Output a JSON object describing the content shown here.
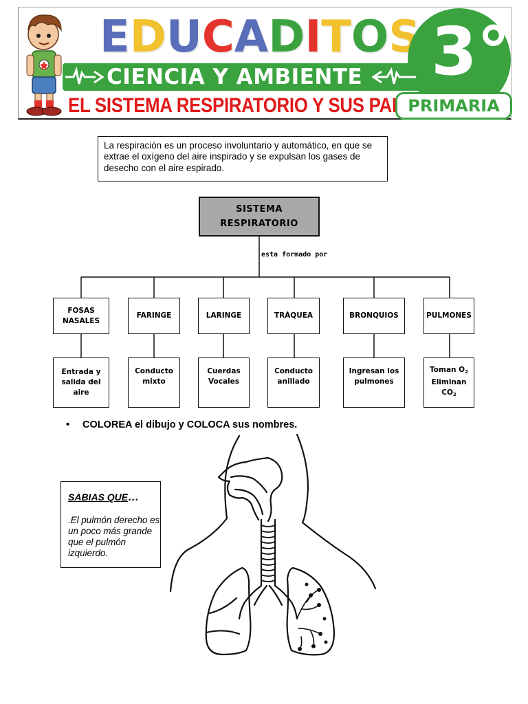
{
  "header": {
    "brand_letters": [
      {
        "ch": "E",
        "color": "#5a6db8"
      },
      {
        "ch": "D",
        "color": "#f2c12e"
      },
      {
        "ch": "U",
        "color": "#5a6db8"
      },
      {
        "ch": "C",
        "color": "#e4332b"
      },
      {
        "ch": "A",
        "color": "#5a6db8"
      },
      {
        "ch": "D",
        "color": "#3aa33f"
      },
      {
        "ch": "I",
        "color": "#e4332b"
      },
      {
        "ch": "T",
        "color": "#f2c12e"
      },
      {
        "ch": "O",
        "color": "#3aa33f"
      },
      {
        "ch": "S",
        "color": "#f2c12e"
      }
    ],
    "band_text": "CIENCIA Y AMBIENTE",
    "subtitle": "EL SISTEMA RESPIRATORIO Y SUS PARTES",
    "grade": "3°",
    "level": "PRIMARIA",
    "accent_green": "#3aa33f",
    "subtitle_red": "#e11919"
  },
  "definition": "La respiración es un proceso involuntario y automático, en que se extrae el oxígeno del aire inspirado y se expulsan los gases de desecho con el aire espirado.",
  "concept_map": {
    "root_line1": "SISTEMA",
    "root_line2": "RESPIRATORIO",
    "connector": "esta formado por",
    "parts": [
      {
        "name_line1": "FOSAS",
        "name_line2": "NASALES",
        "desc_line1": "Entrada y",
        "desc_line2": "salida del",
        "desc_line3": "aire"
      },
      {
        "name_line1": "FARINGE",
        "name_line2": "",
        "desc_line1": "Conducto",
        "desc_line2": "mixto",
        "desc_line3": ""
      },
      {
        "name_line1": "LARINGE",
        "name_line2": "",
        "desc_line1": "Cuerdas",
        "desc_line2": "Vocales",
        "desc_line3": ""
      },
      {
        "name_line1": "TRÁQUEA",
        "name_line2": "",
        "desc_line1": "Conducto",
        "desc_line2": "anillado",
        "desc_line3": ""
      },
      {
        "name_line1": "BRONQUIOS",
        "name_line2": "",
        "desc_line1": "Ingresan los",
        "desc_line2": "pulmones",
        "desc_line3": ""
      },
      {
        "name_line1": "PULMONES",
        "name_line2": "",
        "desc_line1": "Toman O",
        "desc_line1_sub": "2",
        "desc_line2": "Eliminan",
        "desc_line3": "CO",
        "desc_line3_sub": "2"
      }
    ]
  },
  "instruction": {
    "bullet": "•",
    "text": "COLOREA el dibujo y COLOCA sus nombres."
  },
  "sabias": {
    "title": "SABIAS QUE",
    "title_suffix": "…",
    "text": ".El pulmón derecho es un poco más grande que el pulmón izquierdo."
  }
}
